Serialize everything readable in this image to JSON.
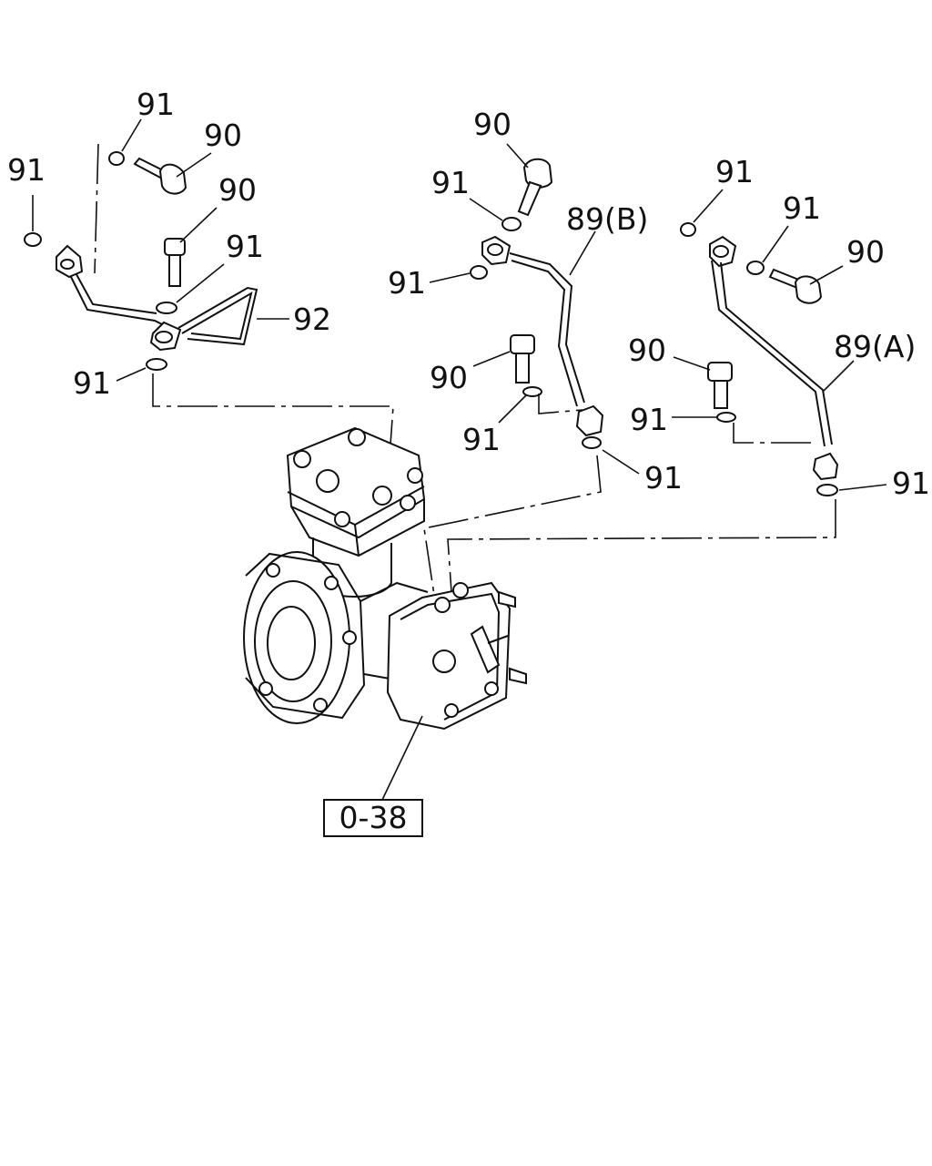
{
  "callouts": {
    "c1": "91",
    "c2": "90",
    "c3": "91",
    "c4": "90",
    "c5": "91",
    "c6": "92",
    "c7": "91",
    "c8": "90",
    "c9": "91",
    "c10": "89(B)",
    "c11": "91",
    "c12": "90",
    "c13": "91",
    "c14": "91",
    "c15": "91",
    "c16": "91",
    "c17": "90",
    "c18": "89(A)",
    "c19": "90",
    "c20": "91",
    "c21": "91"
  },
  "reference_box": "0-38",
  "colors": {
    "ink": "#111111",
    "background": "#ffffff"
  }
}
